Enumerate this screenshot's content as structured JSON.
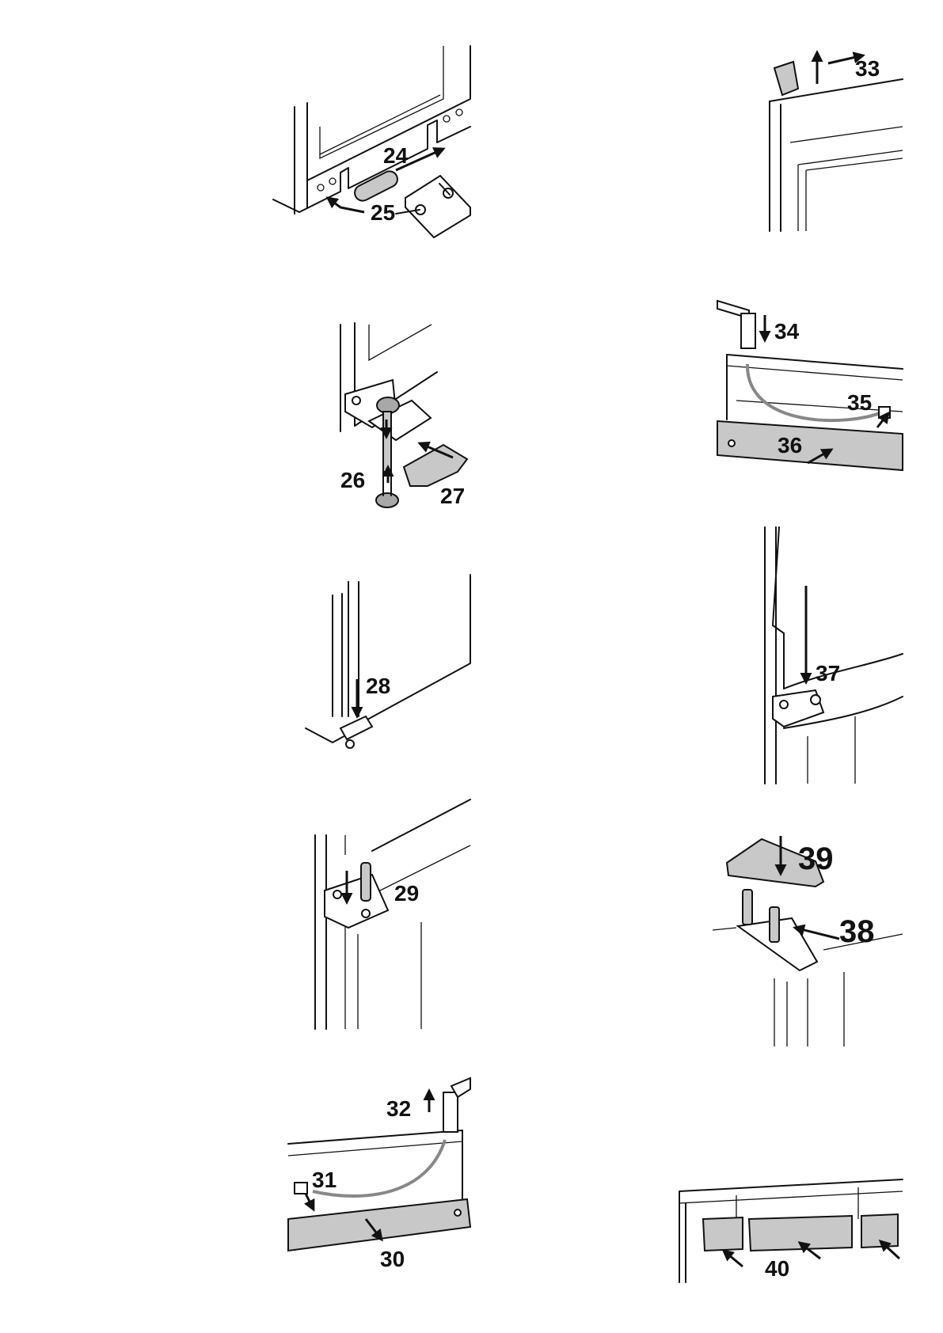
{
  "steps": {
    "s24": "24",
    "s25": "25",
    "s26": "26",
    "s27": "27",
    "s28": "28",
    "s29": "29",
    "s30": "30",
    "s31": "31",
    "s32": "32",
    "s33": "33",
    "s34": "34",
    "s35": "35",
    "s36": "36",
    "s37": "37",
    "s38": "38",
    "s39": "39",
    "s40": "40"
  }
}
